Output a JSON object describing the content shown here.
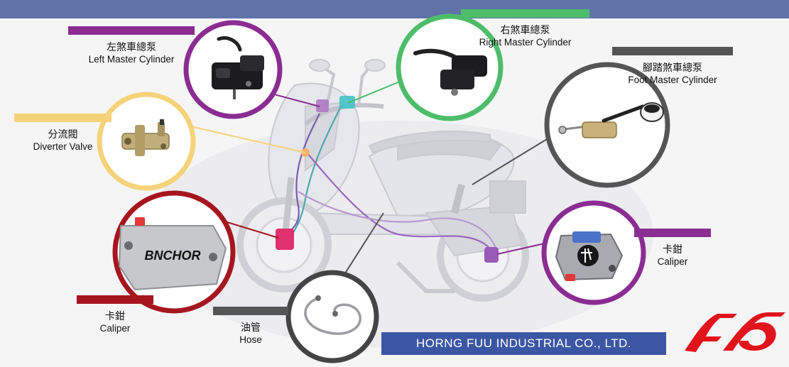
{
  "colors": {
    "band": "#5f73a8",
    "left_master": "#8b2c93",
    "right_master": "#4ebd6a",
    "foot_master": "#555555",
    "diverter": "#f6d27a",
    "caliper_front": "#a5161e",
    "hose": "#555555",
    "caliper_rear": "#8b2c93",
    "company_bg": "#3b56a3",
    "logo": "#e2141b"
  },
  "components": {
    "left_master": {
      "zh": "左煞車總泵",
      "en": "Left Master Cylinder",
      "icon": "master-cylinder-icon"
    },
    "right_master": {
      "zh": "右煞車總泵",
      "en": "Right Master Cylinder",
      "icon": "master-cylinder-icon"
    },
    "foot_master": {
      "zh": "腳踏煞車總泵",
      "en": "Foot Master Cylinder",
      "icon": "foot-master-cylinder-icon"
    },
    "diverter": {
      "zh": "分流閥",
      "en": "Diverter Valve",
      "icon": "diverter-valve-icon"
    },
    "caliper_front": {
      "zh": "卡鉗",
      "en": "Caliper",
      "brand": "BNCHOR",
      "icon": "caliper-icon"
    },
    "hose": {
      "zh": "油管",
      "en": "Hose",
      "icon": "hose-icon"
    },
    "caliper_rear": {
      "zh": "卡鉗",
      "en": "Caliper",
      "icon": "caliper-icon"
    }
  },
  "company": {
    "name": "HORNG FUU INDUSTRIAL CO., LTD.",
    "logo_icon": "horng-fuu-logo-icon"
  }
}
